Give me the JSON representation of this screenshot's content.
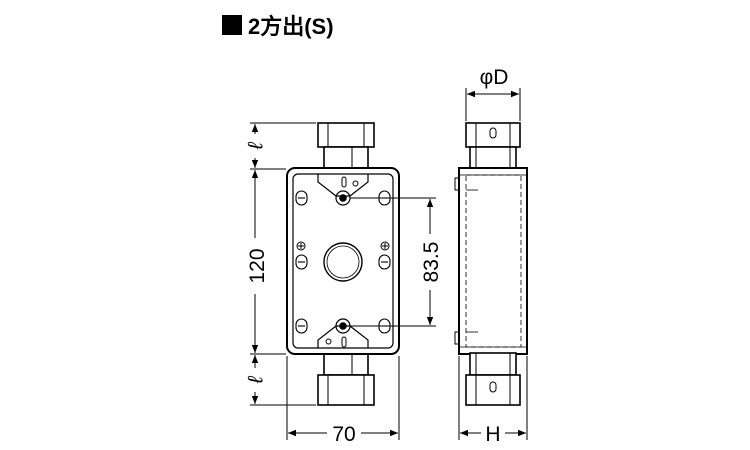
{
  "title": "2方出(S)",
  "labels": {
    "ell_top": "ℓ",
    "ell_bottom": "ℓ",
    "height_120": "120",
    "pitch_83_5": "83.5",
    "width_70": "70",
    "phi_d": "φD",
    "h": "H"
  }
}
